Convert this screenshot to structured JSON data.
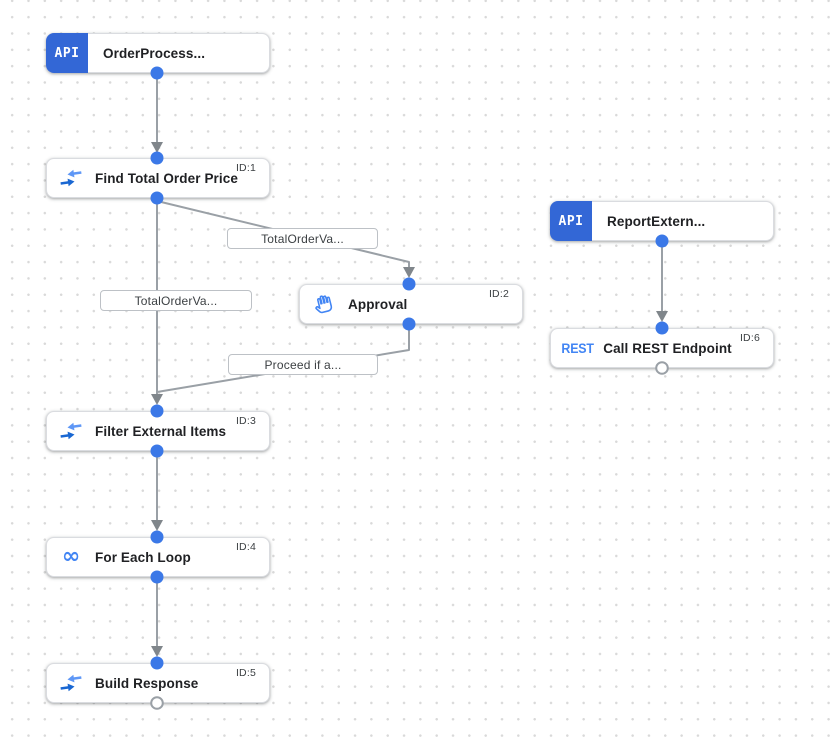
{
  "workflow": {
    "triggers": [
      {
        "badge": "API",
        "label": "OrderProcess..."
      },
      {
        "badge": "API",
        "label": "ReportExtern..."
      }
    ],
    "tasks": [
      {
        "label": "Find Total Order Price",
        "id_label": "ID:1",
        "icon": "data-mapping-icon"
      },
      {
        "label": "Approval",
        "id_label": "ID:2",
        "icon": "hand-icon"
      },
      {
        "label": "Filter External Items",
        "id_label": "ID:3",
        "icon": "data-mapping-icon"
      },
      {
        "label": "For Each Loop",
        "id_label": "ID:4",
        "icon": "infinity-icon"
      },
      {
        "label": "Build Response",
        "id_label": "ID:5",
        "icon": "data-mapping-icon"
      },
      {
        "label": "Call REST Endpoint",
        "id_label": "ID:6",
        "icon": "rest-text-icon",
        "badge": "REST"
      }
    ],
    "edge_labels": [
      {
        "text": "TotalOrderVa..."
      },
      {
        "text": "TotalOrderVa..."
      },
      {
        "text": "Proceed if a..."
      }
    ],
    "icons": {
      "infinity": "∞"
    },
    "colors": {
      "trigger_badge_blue": "#3367d6",
      "icon_blue": "#4285f4",
      "connector_blue": "#3b78e7",
      "edge_gray": "#9aa0a6",
      "arrowhead_gray": "#80868b"
    }
  }
}
